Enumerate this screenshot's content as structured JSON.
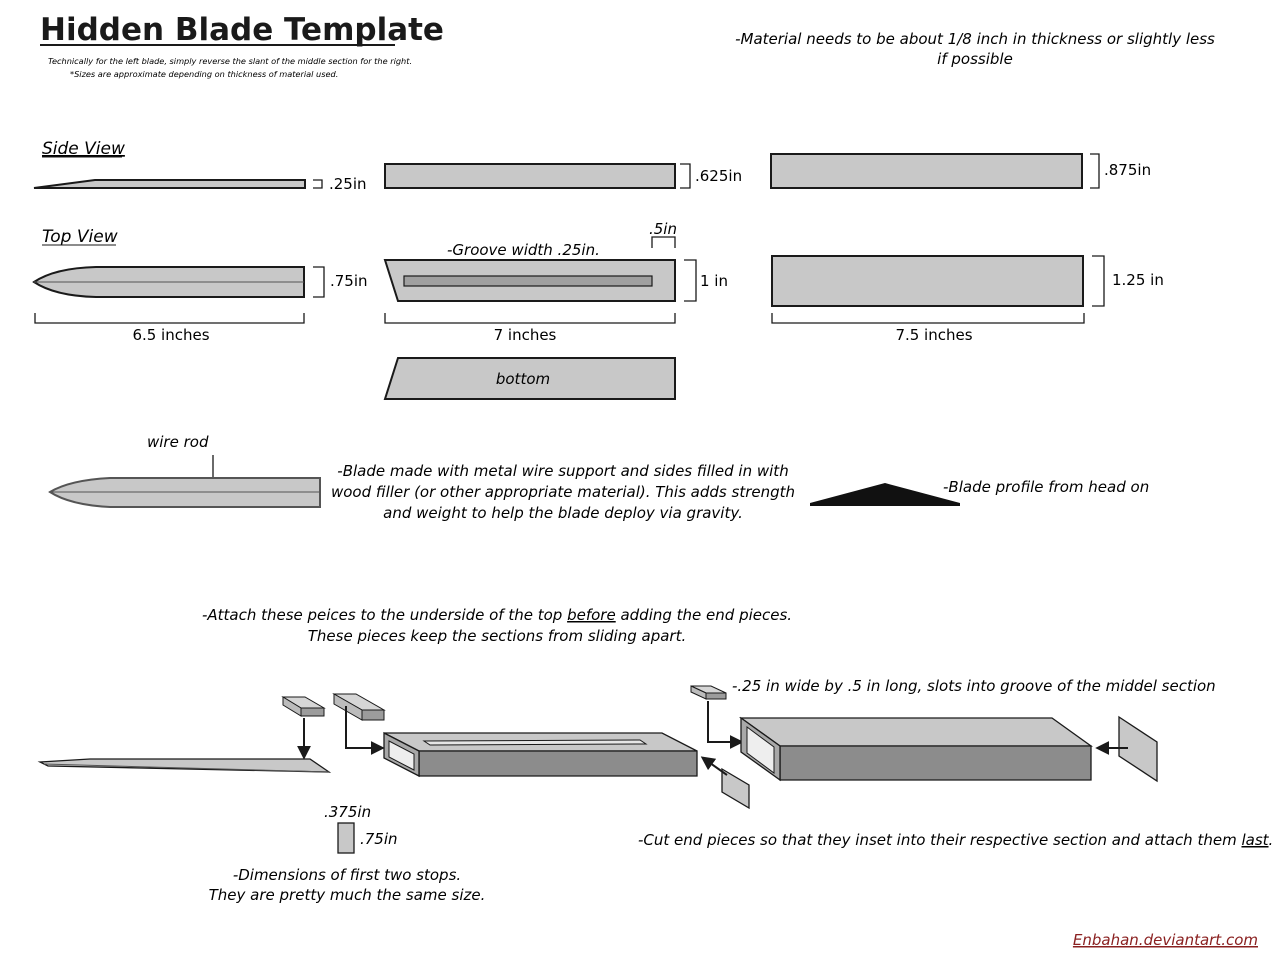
{
  "header": {
    "title": "Hidden Blade Template",
    "note_left": "Technically for the left blade, simply reverse the slant of the middle section for the right.",
    "note_sizes": "*Sizes are approximate depending on thickness of material used.",
    "material_line1": "-Material needs to be about 1/8 inch in thickness or slightly less",
    "material_line2": "if possible"
  },
  "views": {
    "side_label": "Side View",
    "top_label": "Top View"
  },
  "dims": {
    "blade_side_h": ".25in",
    "middle_side_h": ".625in",
    "outer_side_h": ".875in",
    "blade_top_h": ".75in",
    "groove_offset": ".5in",
    "groove_width": "-Groove width .25in.",
    "middle_top_h": "1 in",
    "outer_top_h": "1.25 in",
    "blade_len": "6.5 inches",
    "middle_len": "7 inches",
    "outer_len": "7.5 inches",
    "bottom_label": "bottom"
  },
  "blade_detail": {
    "wire_rod": "wire rod",
    "desc1": "-Blade made with metal wire support and sides filled in with",
    "desc2": "wood filler (or other appropriate material). This adds strength",
    "desc3": "and weight to help the blade deploy via gravity.",
    "profile": "-Blade profile from head on"
  },
  "assembly": {
    "attach1_a": "-Attach these peices to the underside of the top ",
    "attach1_u": "before",
    "attach1_b": " adding the end pieces.",
    "attach2": "These pieces keep the sections from sliding apart.",
    "slot_note": "-.25 in wide by .5 in long, slots into groove of the middel section",
    "stop_w": ".375in",
    "stop_h": ".75in",
    "stops1": "-Dimensions of first two stops.",
    "stops2": "They are pretty much the same size.",
    "endcut_a": "-Cut end pieces so that they inset into their respective section and attach them ",
    "endcut_u": "last",
    "endcut_b": "."
  },
  "credit": "Enbahan.deviantart.com",
  "colors": {
    "part_fill": "#c8c8c8",
    "dark_fill": "#8c8c8c",
    "mid_fill": "#a8a8a8",
    "stroke": "#1a1a1a",
    "credit": "#8a2020"
  }
}
